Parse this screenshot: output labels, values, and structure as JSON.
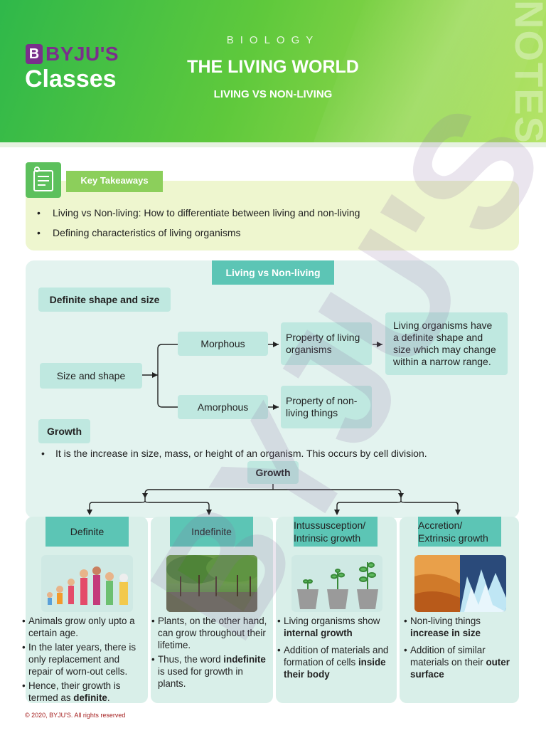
{
  "header": {
    "logo_mark": "B",
    "logo_brand": "BYJU'S",
    "logo_classes": "Classes",
    "subject": "BIOLOGY",
    "title": "THE LIVING WORLD",
    "subtitle": "LIVING VS NON-LIVING",
    "side_label": "NOTES"
  },
  "watermark": "BYJU'S",
  "key_takeaways": {
    "label": "Key Takeaways",
    "items": [
      "Living vs Non-living: How to differentiate between living and non-living",
      "Defining characteristics of living organisms"
    ]
  },
  "section": {
    "header": "Living vs Non-living",
    "shape_title": "Definite shape and size",
    "size_shape": "Size and shape",
    "morphous": "Morphous",
    "amorphous": "Amorphous",
    "prop_living": "Property of living organisms",
    "prop_nonliving": "Property of non-living things",
    "living_desc": "Living organisms have a definite shape and size which may change within a narrow range.",
    "growth_title": "Growth",
    "growth_def": "It is the increase in size, mass, or height of an organism. This occurs by cell division.",
    "growth_node": "Growth"
  },
  "cards": [
    {
      "head": "Definite",
      "image": "people-growth-illustration",
      "points": [
        {
          "pre": "Animals grow only upto a certain age.",
          "bold": "",
          "post": ""
        },
        {
          "pre": "In the later years, there is only replacement and repair of worn-out cells.",
          "bold": "",
          "post": ""
        },
        {
          "pre": "Hence, their growth is termed as ",
          "bold": "definite",
          "post": "."
        }
      ]
    },
    {
      "head": "Indefinite",
      "image": "banyan-tree-photo",
      "points": [
        {
          "pre": "Plants, on the other hand, can grow throughout their lifetime.",
          "bold": "",
          "post": ""
        },
        {
          "pre": "Thus, the word ",
          "bold": "indefinite",
          "post": " is used for growth in plants."
        }
      ]
    },
    {
      "head": "Intussusception/ Intrinsic growth",
      "image": "potted-plants-illustration",
      "points": [
        {
          "pre": "Living organisms show ",
          "bold": "internal growth",
          "post": ""
        },
        {
          "pre": "Addition of materials and formation of cells ",
          "bold": "inside their body",
          "post": ""
        }
      ]
    },
    {
      "head": "Accretion/ Extrinsic growth",
      "image": "desert-and-ice-photo",
      "points": [
        {
          "pre": "Non-living things ",
          "bold": "increase in size",
          "post": ""
        },
        {
          "pre": "Addition of similar materials on their ",
          "bold": "outer surface",
          "post": ""
        }
      ]
    }
  ],
  "footer": "© 2020, BYJU'S. All rights reserved",
  "colors": {
    "header_green": "#5fc93c",
    "brand_purple": "#7a2f8c",
    "teal_accent": "#5cc5b5",
    "chip_teal": "#bfe8e0",
    "takeaway_bg": "#eef6cf"
  }
}
